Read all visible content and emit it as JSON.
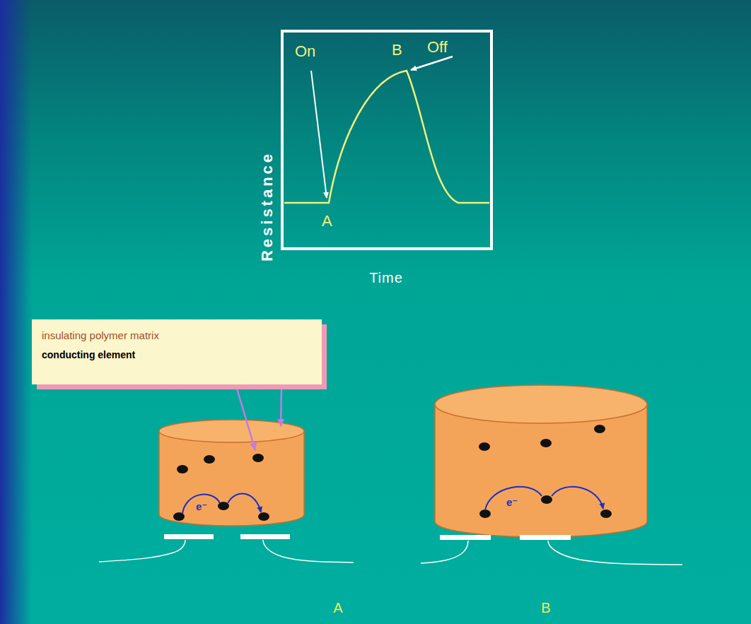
{
  "diagram": {
    "nodes": [
      {
        "text": [
          "On",
          "B",
          "Off",
          "A"
        ]
      },
      {
        "text": [
          "insulating polymer matrix",
          "conducting element"
        ]
      },
      {
        "text": [
          "e⁻"
        ]
      },
      {
        "text": [
          "e⁻"
        ]
      }
    ],
    "labels": [
      "Resistance",
      "Time",
      "A",
      "B"
    ]
  }
}
